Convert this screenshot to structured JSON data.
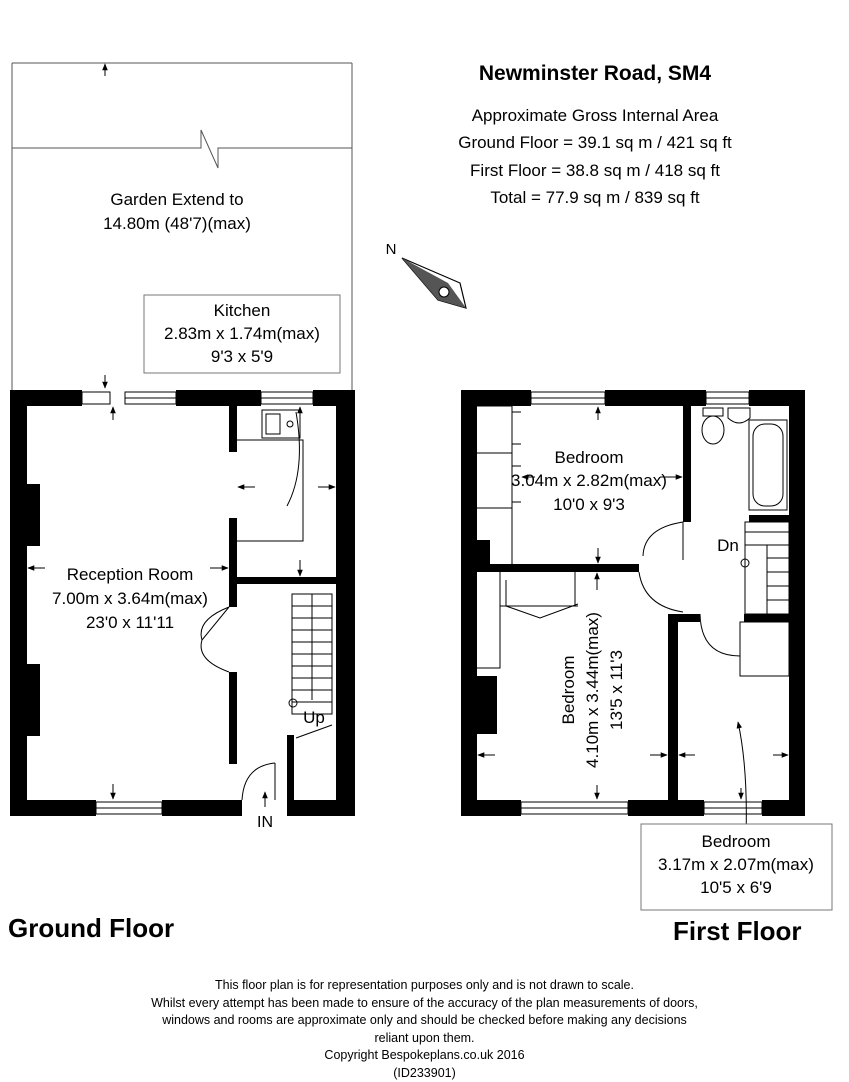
{
  "header": {
    "title": "Newminster Road, SM4",
    "area_heading": "Approximate Gross Internal Area",
    "ground_floor_area": "Ground Floor = 39.1 sq m / 421 sq ft",
    "first_floor_area": "First Floor = 38.8 sq m / 418 sq ft",
    "total_area": "Total = 77.9 sq m / 839 sq ft"
  },
  "compass": {
    "label": "N"
  },
  "ground_floor": {
    "label": "Ground Floor",
    "garden": {
      "name": "Garden Extend to",
      "size": "14.80m (48'7)(max)"
    },
    "kitchen": {
      "name": "Kitchen",
      "metric": "2.83m x 1.74m(max)",
      "imperial": "9'3 x 5'9"
    },
    "reception": {
      "name": "Reception Room",
      "metric": "7.00m x 3.64m(max)",
      "imperial": "23'0 x 11'11"
    },
    "stairs_label": "Up",
    "entrance_label": "IN"
  },
  "first_floor": {
    "label": "First Floor",
    "bedroom_rear": {
      "name": "Bedroom",
      "metric": "3.04m x 2.82m(max)",
      "imperial": "10'0 x 9'3"
    },
    "bedroom_front": {
      "name": "Bedroom",
      "metric": "4.10m x 3.44m(max)",
      "imperial": "13'5 x 11'3"
    },
    "bedroom_small": {
      "name": "Bedroom",
      "metric": "3.17m x 2.07m(max)",
      "imperial": "10'5 x 6'9"
    },
    "stairs_label": "Dn"
  },
  "disclaimer": {
    "line1": "This floor plan is for representation purposes only and is not drawn to scale.",
    "line2": "Whilst every attempt has been made to ensure of the accuracy of the plan measurements of doors,",
    "line3": "windows and rooms are approximate only and should be checked before making any decisions",
    "line4": "reliant upon them.",
    "copyright": "Copyright Bespokeplans.co.uk 2016",
    "id": "(ID233901)"
  }
}
